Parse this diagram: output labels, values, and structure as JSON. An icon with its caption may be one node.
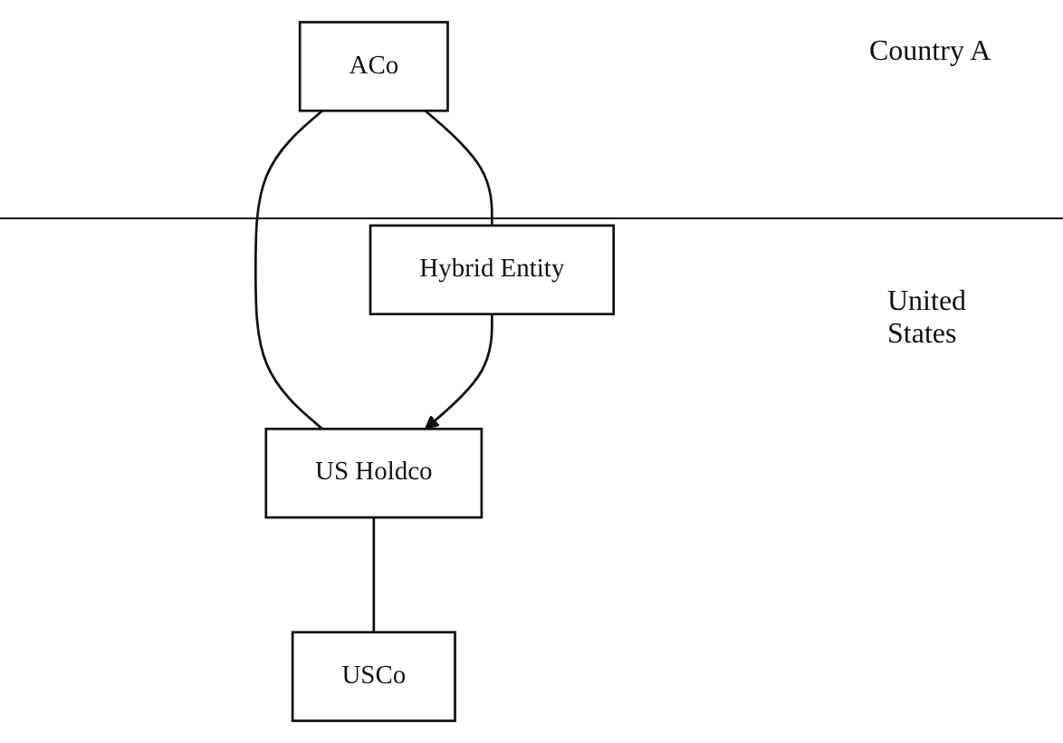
{
  "diagram": {
    "nodes": [
      {
        "text": [
          "ACo"
        ]
      },
      {
        "text": [
          "US Holdco"
        ]
      },
      {
        "text": [
          "Hybrid Entity"
        ]
      },
      {
        "text": [
          "USCo"
        ]
      }
    ],
    "edges": [
      {
        "from": 0,
        "to": 1,
        "arrow": "none"
      },
      {
        "from": 0,
        "to": 2,
        "arrow": "none"
      },
      {
        "from": 1,
        "to": 3,
        "arrow": "none"
      },
      {
        "from": 2,
        "to": 1,
        "arrow": "to"
      }
    ],
    "labels": [
      "Country A",
      "United States"
    ]
  }
}
